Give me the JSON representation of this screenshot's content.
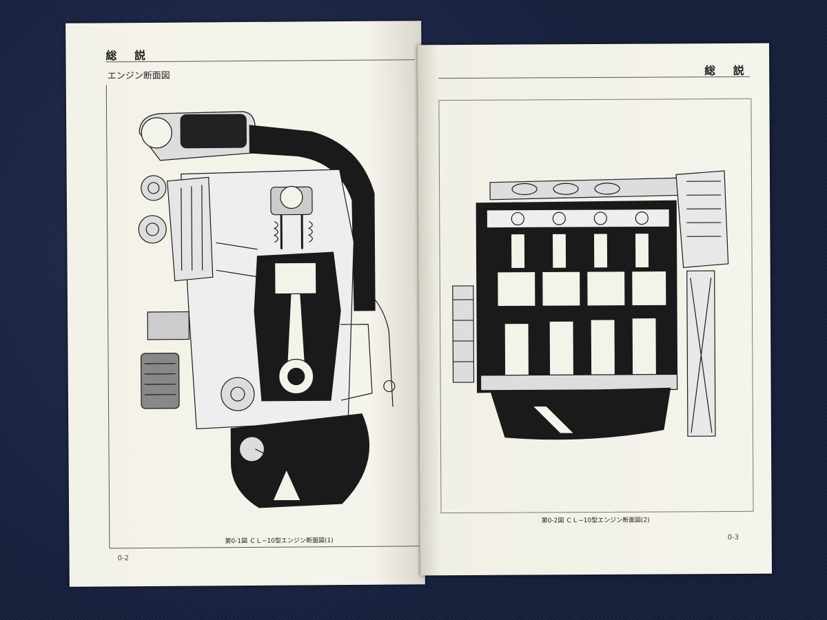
{
  "left_page": {
    "section_title": "総 説",
    "subheading": "エンジン断面図",
    "figure_caption": "第0-1図 ＣＬ−10型エンジン断面図(1)",
    "page_number": "0-2"
  },
  "right_page": {
    "section_title": "総 説",
    "figure_caption": "第0-2図 ＣＬ−10型エンジン断面図(2)",
    "page_number": "0-3"
  },
  "colors": {
    "paper": "#f4f3ea",
    "ink": "#1a1a1a",
    "background_mat": "#16203a"
  }
}
